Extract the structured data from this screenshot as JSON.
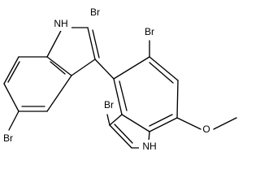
{
  "molecule": {
    "atom_labels": {
      "nh_top": "NH",
      "br_top": "Br",
      "br_center": "Br",
      "br_bottom_left": "Br",
      "br_lower_center": "Br",
      "nh_bottom": "NH"
    },
    "colors": {
      "bond": "#000000",
      "background": "#ffffff"
    }
  }
}
